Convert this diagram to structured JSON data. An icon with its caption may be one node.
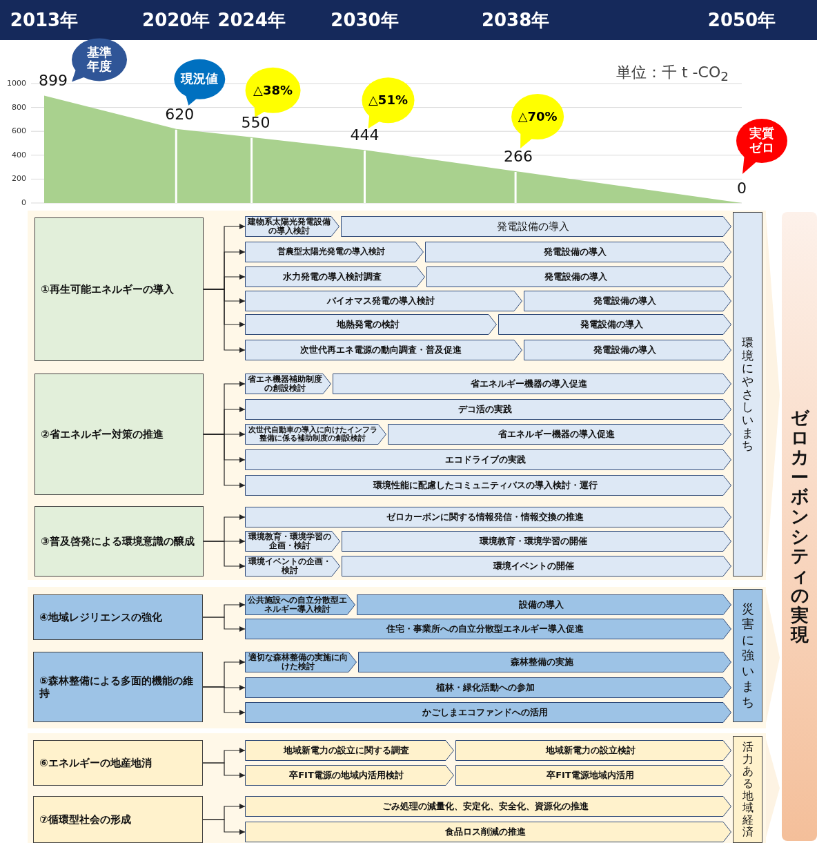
{
  "diagram": {
    "nodes": [
      {
        "text": [
          "①再生可能エネルギーの導入"
        ]
      },
      {
        "text": [
          "建物系太陽光発電設備の導入検討"
        ]
      },
      {
        "text": [
          "発電設備の導入"
        ]
      },
      {
        "text": [
          "営農型太陽光発電の導入検討"
        ]
      },
      {
        "text": [
          "発電設備の導入"
        ]
      },
      {
        "text": [
          "水力発電の導入検討調査"
        ]
      },
      {
        "text": [
          "発電設備の導入"
        ]
      },
      {
        "text": [
          "バイオマス発電の導入検討"
        ]
      },
      {
        "text": [
          "発電設備の導入"
        ]
      },
      {
        "text": [
          "地熱発電の検討"
        ]
      },
      {
        "text": [
          "発電設備の導入"
        ]
      },
      {
        "text": [
          "次世代再エネ電源の動向調査・普及促進"
        ]
      },
      {
        "text": [
          "発電設備の導入"
        ]
      },
      {
        "text": [
          "②省エネルギー対策の推進"
        ]
      },
      {
        "text": [
          "省エネ機器補助制度の創設検討"
        ]
      },
      {
        "text": [
          "省エネルギー機器の導入促進"
        ]
      },
      {
        "text": [
          "デコ活の実践"
        ]
      },
      {
        "text": [
          "次世代自動車の導入に向けたインフラ整備に係る補助制度の創設検討"
        ]
      },
      {
        "text": [
          "省エネルギー機器の導入促進"
        ]
      },
      {
        "text": [
          "エコドライブの実践"
        ]
      },
      {
        "text": [
          "環境性能に配慮したコミュニティバスの導入検討・運行"
        ]
      },
      {
        "text": [
          "③普及啓発による環境意識の醸成"
        ]
      },
      {
        "text": [
          "ゼロカーボンに関する情報発信・情報交換の推進"
        ]
      },
      {
        "text": [
          "環境教育・環境学習の企画・検討"
        ]
      },
      {
        "text": [
          "環境教育・環境学習の開催"
        ]
      },
      {
        "text": [
          "環境イベントの企画・検討"
        ]
      },
      {
        "text": [
          "環境イベントの開催"
        ]
      },
      {
        "text": [
          "④地域レジリエンスの強化"
        ]
      },
      {
        "text": [
          "公共施設への自立分散型エネルギー導入検討"
        ]
      },
      {
        "text": [
          "設備の導入"
        ]
      },
      {
        "text": [
          "住宅・事業所への自立分散型エネルギー導入促進"
        ]
      },
      {
        "text": [
          "⑤森林整備による多面的機能の維持"
        ]
      },
      {
        "text": [
          "適切な森林整備の実施に向けた検討"
        ]
      },
      {
        "text": [
          "森林整備の実施"
        ]
      },
      {
        "text": [
          "植林・緑化活動への参加"
        ]
      },
      {
        "text": [
          "かごしまエコファンドへの活用"
        ]
      },
      {
        "text": [
          "⑥エネルギーの地産地消"
        ]
      },
      {
        "text": [
          "地域新電力の設立に関する調査"
        ]
      },
      {
        "text": [
          "地域新電力の設立検討"
        ]
      },
      {
        "text": [
          "卒FIT電源の地域内活用検討"
        ]
      },
      {
        "text": [
          "卒FIT電源地域内活用"
        ]
      },
      {
        "text": [
          "⑦循環型社会の形成"
        ]
      },
      {
        "text": [
          "ごみ処理の減量化、安定化、安全化、資源化の推進"
        ]
      },
      {
        "text": [
          "食品ロス削減の推進"
        ]
      },
      {
        "text": [
          "環境にやさしいまち"
        ]
      },
      {
        "text": [
          "災害に強いまち"
        ]
      },
      {
        "text": [
          "活力ある地域経済"
        ]
      },
      {
        "text": [
          "ゼロカーボンシティの実現"
        ]
      }
    ],
    "edges": [
      {
        "from": 0,
        "to": 1,
        "arrow": "to"
      },
      {
        "from": 0,
        "to": 3,
        "arrow": "to"
      },
      {
        "from": 0,
        "to": 5,
        "arrow": "to"
      },
      {
        "from": 0,
        "to": 7,
        "arrow": "to"
      },
      {
        "from": 0,
        "to": 9,
        "arrow": "to"
      },
      {
        "from": 0,
        "to": 11,
        "arrow": "to"
      },
      {
        "from": 13,
        "to": 14,
        "arrow": "to"
      },
      {
        "from": 13,
        "to": 16,
        "arrow": "to"
      },
      {
        "from": 13,
        "to": 17,
        "arrow": "to"
      },
      {
        "from": 13,
        "to": 19,
        "arrow": "to"
      },
      {
        "from": 13,
        "to": 20,
        "arrow": "to"
      },
      {
        "from": 21,
        "to": 22,
        "arrow": "to"
      },
      {
        "from": 21,
        "to": 23,
        "arrow": "to"
      },
      {
        "from": 21,
        "to": 25,
        "arrow": "to"
      },
      {
        "from": 27,
        "to": 28,
        "arrow": "to"
      },
      {
        "from": 27,
        "to": 30,
        "arrow": "to"
      },
      {
        "from": 31,
        "to": 32,
        "arrow": "to"
      },
      {
        "from": 31,
        "to": 34,
        "arrow": "to"
      },
      {
        "from": 31,
        "to": 35,
        "arrow": "to"
      },
      {
        "from": 36,
        "to": 37,
        "arrow": "to"
      },
      {
        "from": 36,
        "to": 39,
        "arrow": "to"
      },
      {
        "from": 41,
        "to": 42,
        "arrow": "to"
      },
      {
        "from": 41,
        "to": 43,
        "arrow": "to"
      }
    ],
    "chart_data": {
      "type": "area",
      "x": [
        2013,
        2020,
        2024,
        2030,
        2038,
        2050
      ],
      "xticks": [
        {
          "value": 2013,
          "label": "2013年"
        },
        {
          "value": 2020,
          "label": "2020年"
        },
        {
          "value": 2024,
          "label": "2024年"
        },
        {
          "value": 2030,
          "label": "2030年"
        },
        {
          "value": 2038,
          "label": "2038年"
        },
        {
          "value": 2050,
          "label": "2050年"
        }
      ],
      "xlim": [
        2013,
        2050
      ],
      "ylabel": "単位：千 t -CO$_{2}$",
      "series": [
        {
          "color": "#a9d18e",
          "values": [
            899,
            620,
            550,
            444,
            266,
            0
          ]
        }
      ],
      "ylim": [
        0,
        1000
      ],
      "yticks": [
        0,
        200,
        400,
        600,
        800,
        1000
      ],
      "data_labels": true,
      "grid": true,
      "annotations": [
        "基準年度",
        "現況値",
        "△38%",
        "△51%",
        "△70%",
        "実質ゼロ"
      ]
    }
  }
}
